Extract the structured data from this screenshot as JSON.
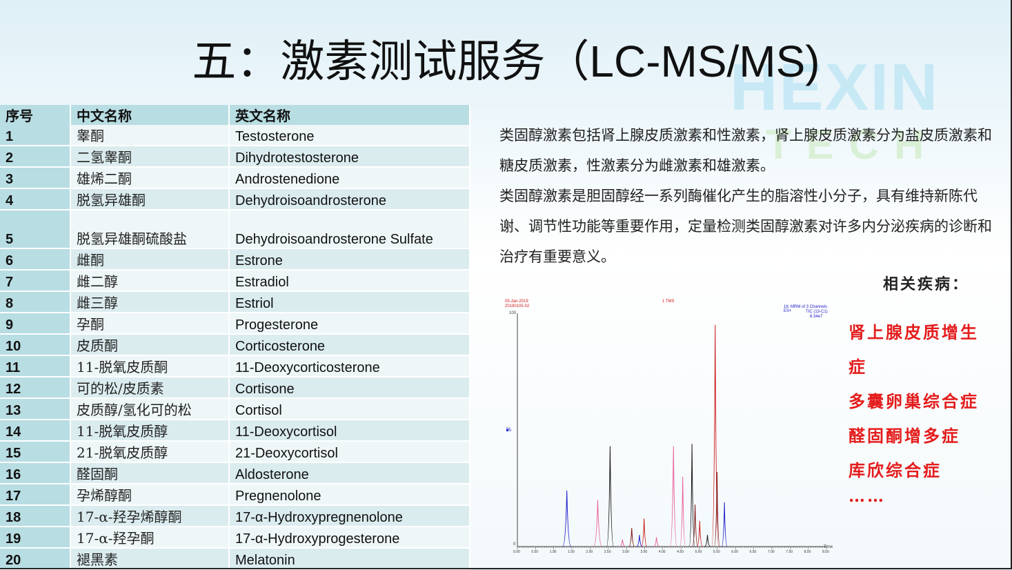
{
  "title": {
    "main": "五：激素测试服务（",
    "latin": "LC-MS/MS)"
  },
  "watermark": {
    "line1": "HEXIN",
    "line2": "TECH"
  },
  "table": {
    "headers": [
      "序号",
      "中文名称",
      "英文名称"
    ],
    "rows": [
      [
        "1",
        "睾酮",
        "Testosterone"
      ],
      [
        "2",
        "二氢睾酮",
        "Dihydrotestosterone"
      ],
      [
        "3",
        "雄烯二酮",
        "Androstenedione"
      ],
      [
        "4",
        "脱氢异雄酮",
        "Dehydroisoandrosterone"
      ],
      [
        "5",
        "脱氢异雄酮硫酸盐",
        "Dehydroisoandrosterone Sulfate"
      ],
      [
        "6",
        "雌酮",
        "Estrone"
      ],
      [
        "7",
        "雌二醇",
        "Estradiol"
      ],
      [
        "8",
        "雌三醇",
        "Estriol"
      ],
      [
        "9",
        "孕酮",
        "Progesterone"
      ],
      [
        "10",
        "皮质酮",
        "Corticosterone"
      ],
      [
        "11",
        "11-脱氧皮质酮",
        "11-Deoxycorticosterone"
      ],
      [
        "12",
        "可的松/皮质素",
        "Cortisone"
      ],
      [
        "13",
        "皮质醇/氢化可的松",
        "Cortisol"
      ],
      [
        "14",
        "11-脱氧皮质醇",
        "11-Deoxycortisol"
      ],
      [
        "15",
        "21-脱氧皮质醇",
        "21-Deoxycortisol"
      ],
      [
        "16",
        "醛固酮",
        "Aldosterone"
      ],
      [
        "17",
        "孕烯醇酮",
        "Pregnenolone"
      ],
      [
        "18",
        "17-α-羟孕烯醇酮",
        "17-α-Hydroxypregnenolone"
      ],
      [
        "19",
        "17-α-羟孕酮",
        "17-α-Hydroxyprogesterone"
      ],
      [
        "20",
        "褪黑素",
        "Melatonin"
      ]
    ]
  },
  "description": {
    "p1": "类固醇激素包括肾上腺皮质激素和性激素，肾上腺皮质激素分为盐皮质激素和糖皮质激素，性激素分为雌激素和雄激素。",
    "p2": "类固醇激素是胆固醇经一系列酶催化产生的脂溶性小分子，具有维持新陈代谢、调节性功能等重要作用，定量检测类固醇激素对许多内分泌疾病的诊断和治疗有重要意义。"
  },
  "related": {
    "title": "相关疾病：",
    "items": [
      "肾上腺皮质增生",
      "症",
      "多囊卵巢综合症",
      "醛固酮增多症",
      "库欣综合症",
      "……"
    ]
  },
  "chromatogram": {
    "header_left": "05-Jan-2019",
    "header_left2": "20190105-02",
    "header_center": "1 TMS",
    "header_right": "16: MRM of 3 Channels ES+",
    "header_right2": "TIC (13-C1)",
    "header_right3": "8.34e7",
    "y_top": "100",
    "y_mid": "%",
    "y_zero": "0",
    "x_unit": "Time",
    "x_ticks": [
      "0.00",
      "0.50",
      "1.00",
      "1.50",
      "2.00",
      "2.50",
      "3.00",
      "3.50",
      "4.00",
      "4.50",
      "5.00",
      "5.50",
      "6.00",
      "6.50",
      "7.00",
      "7.50",
      "8.00",
      "8.50"
    ],
    "colors": {
      "blue": "#1c1cc8",
      "black": "#111111",
      "pink": "#e8609a",
      "red": "#cc1b1b",
      "darkred": "#7a1010"
    }
  },
  "colors": {
    "table_header": "#b8dde3",
    "disease_red": "#e41c1c"
  }
}
